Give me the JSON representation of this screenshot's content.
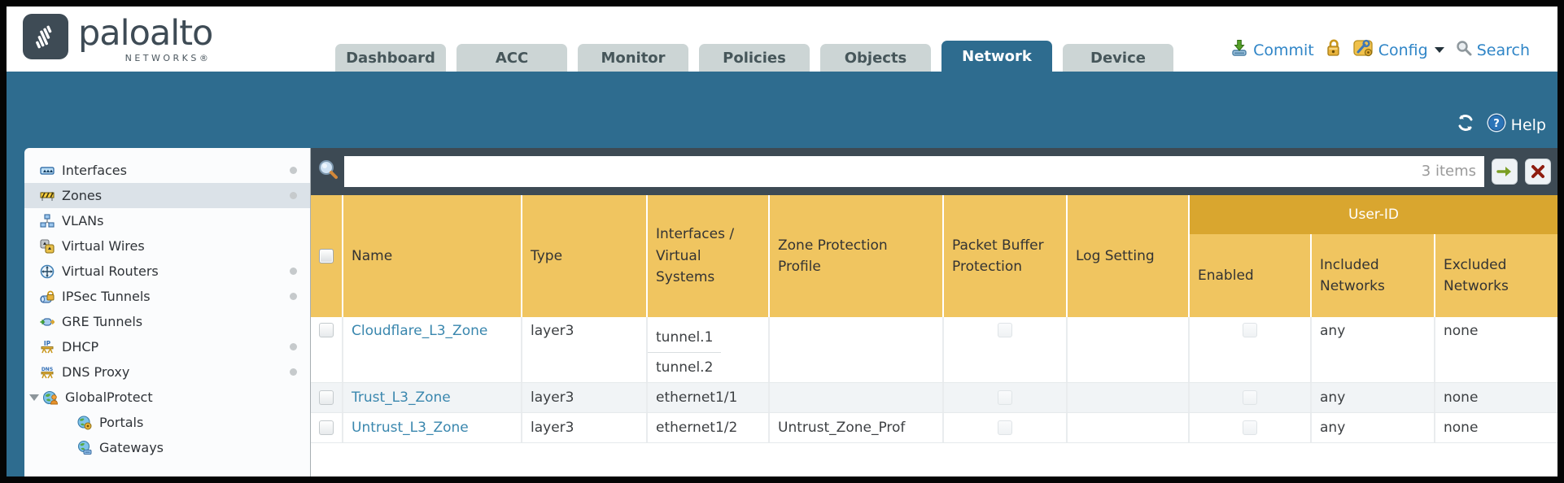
{
  "header": {
    "logo": {
      "brand": "paloalto",
      "sub": "NETWORKS®"
    },
    "tabs": [
      {
        "label": "Dashboard",
        "active": false
      },
      {
        "label": "ACC",
        "active": false
      },
      {
        "label": "Monitor",
        "active": false
      },
      {
        "label": "Policies",
        "active": false
      },
      {
        "label": "Objects",
        "active": false
      },
      {
        "label": "Network",
        "active": true
      },
      {
        "label": "Device",
        "active": false
      }
    ],
    "actions": {
      "commit": "Commit",
      "config": "Config",
      "search": "Search"
    }
  },
  "band": {
    "help_label": "Help"
  },
  "sidebar": {
    "items": [
      {
        "label": "Interfaces",
        "icon": "interfaces-icon",
        "has_dot": true,
        "selected": false
      },
      {
        "label": "Zones",
        "icon": "zones-icon",
        "has_dot": true,
        "selected": true
      },
      {
        "label": "VLANs",
        "icon": "vlans-icon",
        "has_dot": false,
        "selected": false
      },
      {
        "label": "Virtual Wires",
        "icon": "virtual-wires-icon",
        "has_dot": false,
        "selected": false
      },
      {
        "label": "Virtual Routers",
        "icon": "virtual-routers-icon",
        "has_dot": true,
        "selected": false
      },
      {
        "label": "IPSec Tunnels",
        "icon": "ipsec-tunnels-icon",
        "has_dot": true,
        "selected": false
      },
      {
        "label": "GRE Tunnels",
        "icon": "gre-tunnels-icon",
        "has_dot": false,
        "selected": false
      },
      {
        "label": "DHCP",
        "icon": "dhcp-icon",
        "has_dot": true,
        "selected": false
      },
      {
        "label": "DNS Proxy",
        "icon": "dns-proxy-icon",
        "has_dot": true,
        "selected": false
      },
      {
        "label": "GlobalProtect",
        "icon": "globalprotect-icon",
        "has_dot": false,
        "selected": false,
        "expanded": true
      },
      {
        "label": "Portals",
        "icon": "portals-icon",
        "has_dot": false,
        "selected": false,
        "child": true
      },
      {
        "label": "Gateways",
        "icon": "gateways-icon",
        "has_dot": false,
        "selected": false,
        "child": true
      }
    ]
  },
  "filter": {
    "value": "",
    "count_label": "3 items"
  },
  "table": {
    "group_header": "User-ID",
    "columns": [
      "Name",
      "Type",
      "Interfaces / Virtual Systems",
      "Zone Protection Profile",
      "Packet Buffer Protection",
      "Log Setting",
      "Enabled",
      "Included Networks",
      "Excluded Networks"
    ],
    "rows": [
      {
        "name": "Cloudflare_L3_Zone",
        "type": "layer3",
        "interfaces": [
          "tunnel.1",
          "tunnel.2"
        ],
        "zone_protection_profile": "",
        "log_setting": "",
        "included_networks": "any",
        "excluded_networks": "none"
      },
      {
        "name": "Trust_L3_Zone",
        "type": "layer3",
        "interfaces": [
          "ethernet1/1"
        ],
        "zone_protection_profile": "",
        "log_setting": "",
        "included_networks": "any",
        "excluded_networks": "none"
      },
      {
        "name": "Untrust_L3_Zone",
        "type": "layer3",
        "interfaces": [
          "ethernet1/2"
        ],
        "zone_protection_profile": "Untrust_Zone_Prof",
        "log_setting": "",
        "included_networks": "any",
        "excluded_networks": "none"
      }
    ]
  },
  "colors": {
    "band_teal": "#2e6c8f",
    "filter_slate": "#3d4a54",
    "header_gold": "#f0c560",
    "group_gold": "#d9a62f",
    "link_blue": "#3a87ae",
    "tab_inactive": "#ccd5d5",
    "selected_item_bg": "#dbe2e8"
  }
}
